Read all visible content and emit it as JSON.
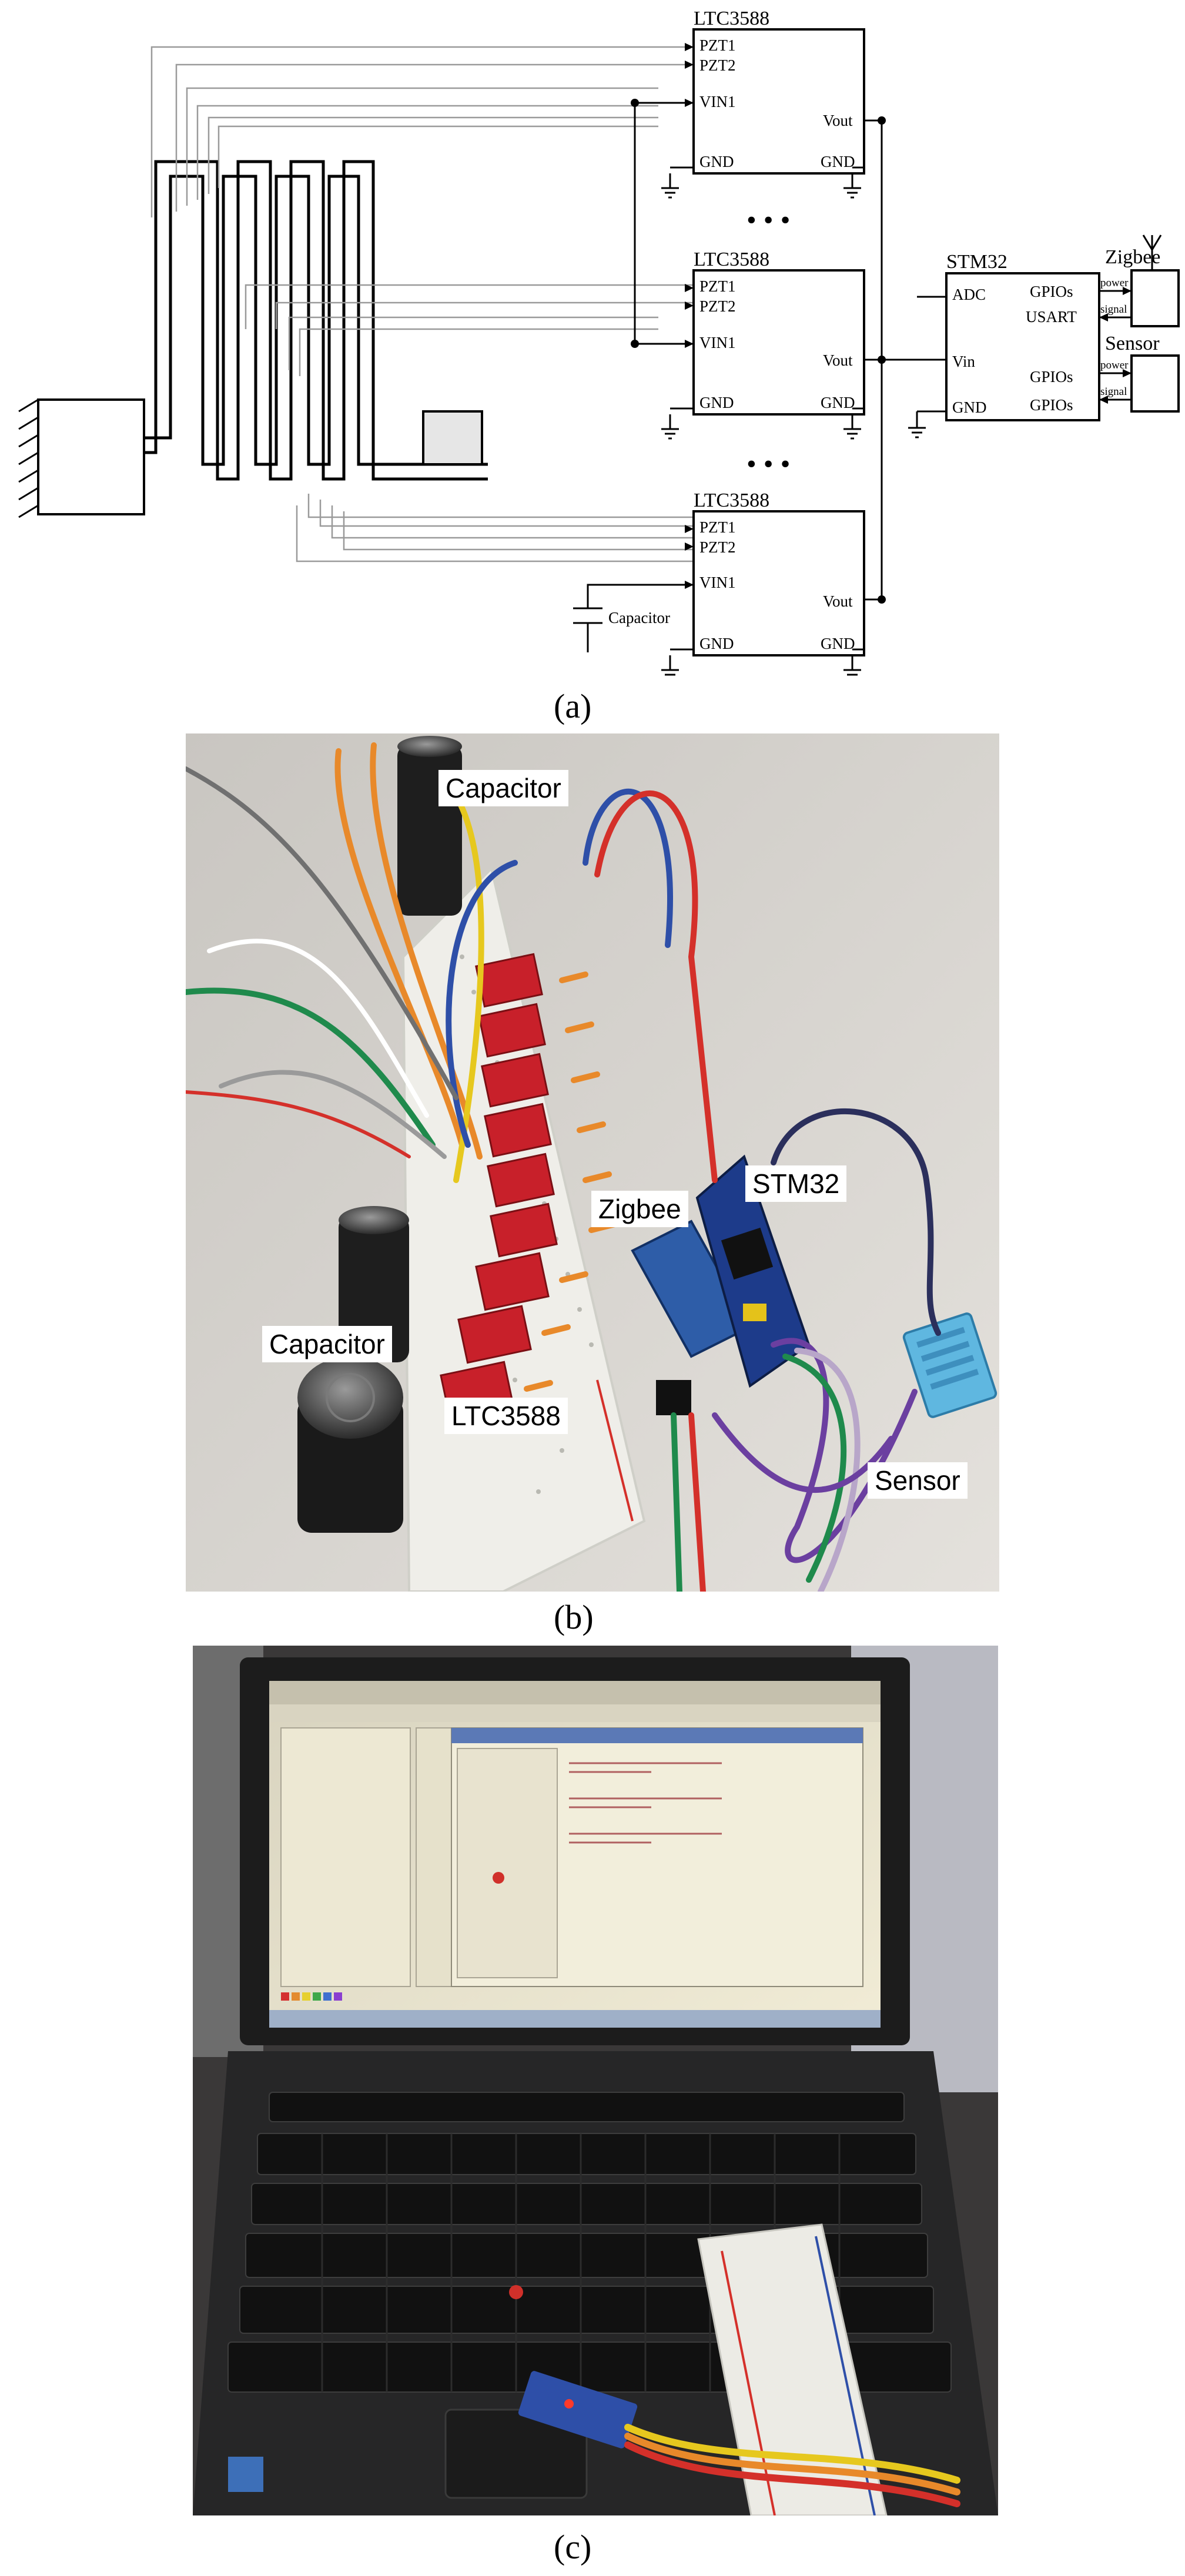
{
  "panels": {
    "a": {
      "label": "(a)",
      "modules": [
        {
          "name": "LTC3588",
          "pins_left": [
            "PZT1",
            "PZT2",
            "VIN1",
            "GND"
          ],
          "pins_right": [
            "Vout",
            "GND"
          ]
        },
        {
          "name": "LTC3588",
          "pins_left": [
            "PZT1",
            "PZT2",
            "VIN1",
            "GND"
          ],
          "pins_right": [
            "Vout",
            "GND"
          ]
        },
        {
          "name": "LTC3588",
          "pins_left": [
            "PZT1",
            "PZT2",
            "VIN1",
            "GND"
          ],
          "pins_right": [
            "Vout",
            "GND"
          ]
        }
      ],
      "mcu": {
        "name": "STM32",
        "pin_adc": "ADC",
        "pin_usart": "USART",
        "pin_vin": "Vin",
        "pin_gnd": "GND",
        "pin_gpios_1": "GPIOs",
        "pin_gpios_2": "GPIOs",
        "pin_gpios_3": "GPIOs"
      },
      "signal_power_1": "power",
      "signal_signal_1": "signal",
      "signal_power_2": "power",
      "signal_signal_2": "signal",
      "zigbee": "Zigbee",
      "sensor": "Sensor",
      "capacitor": "Capacitor",
      "dots": "• • •"
    },
    "b": {
      "label": "(b)",
      "labels": {
        "capacitor_top": "Capacitor",
        "capacitor_left": "Capacitor",
        "zigbee": "Zigbee",
        "stm32": "STM32",
        "ltc3588": "LTC3588",
        "sensor": "Sensor"
      }
    },
    "c": {
      "label": "(c)"
    }
  },
  "colors": {
    "ltc_board": "#c8202a",
    "stm32_board": "#1d3b8a",
    "sensor_blue": "#5fb7e0",
    "breadboard": "#efeee9",
    "wire_orange": "#e8892a",
    "wire_blue": "#2e4fa8",
    "wire_red": "#d4302a",
    "wire_green": "#1f8a4c",
    "wire_purple": "#6b3fa0"
  }
}
